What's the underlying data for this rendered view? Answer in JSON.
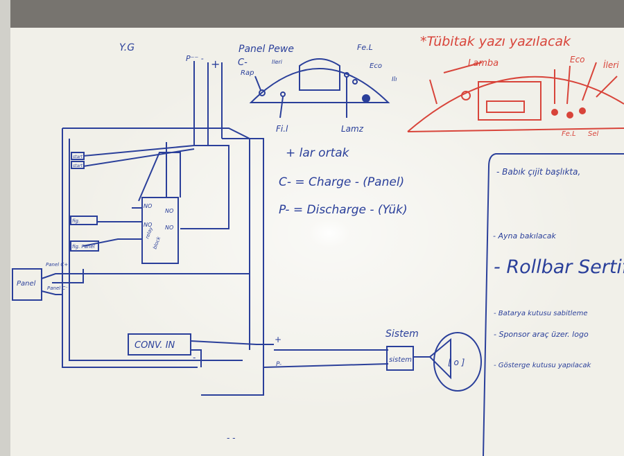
{
  "whiteboard": {
    "corner_label": "Y.G",
    "left_circuit": {
      "top_terminals": {
        "minus": "P⁻⁻ -",
        "plus": "+"
      },
      "relay_block": {
        "label_lines": [
          "NO",
          "NO",
          "NO",
          "NO",
          "relay",
          "block"
        ]
      },
      "small_labels": [
        "start",
        "start",
        "fig.",
        "fig. Panel"
      ],
      "panel_box": "Panel",
      "panel_terminal_labels": [
        "Panel C+",
        "Panel C⁻"
      ],
      "converter_box": "CONV. IN",
      "bus_labels": [
        "+",
        "P-",
        "-"
      ]
    },
    "dash_panel_sketch": {
      "title": "Panel Pewe",
      "left_text": "C-",
      "left_button_label": "Rap",
      "button_labels": [
        "Ileri",
        "Fe.L",
        "Eco",
        "Ilı",
        "Fi.l",
        "Lamz"
      ]
    },
    "legend_lines": [
      "+ lar ortak",
      "C- = Charge - (Panel)",
      "P- = Discharge - (Yük)"
    ],
    "system_block": {
      "header": "Sistem",
      "box": "sistem"
    },
    "wheel": {
      "inner": "[ o ]"
    },
    "red_note": {
      "header": "*Tübitak yazı yazılacak",
      "labels": [
        "Lamba",
        "Eco",
        "İleri",
        "Fe.L",
        "Sel"
      ]
    },
    "todo_list": [
      "- Babık çıjit başlıkta,",
      "- Ayna bakılacak",
      "- Rollbar Sertifi",
      "- Batarya kutusu sabitleme",
      "- Sponsor araç üzer. logo",
      "- Gösterge kutusu yapılacak"
    ],
    "bottom_scribble": "- -"
  },
  "colors": {
    "board": "#f1f0e9",
    "marker_blue": "#2a3f9a",
    "marker_red": "#d8443a",
    "frame": "#8d8d87"
  }
}
